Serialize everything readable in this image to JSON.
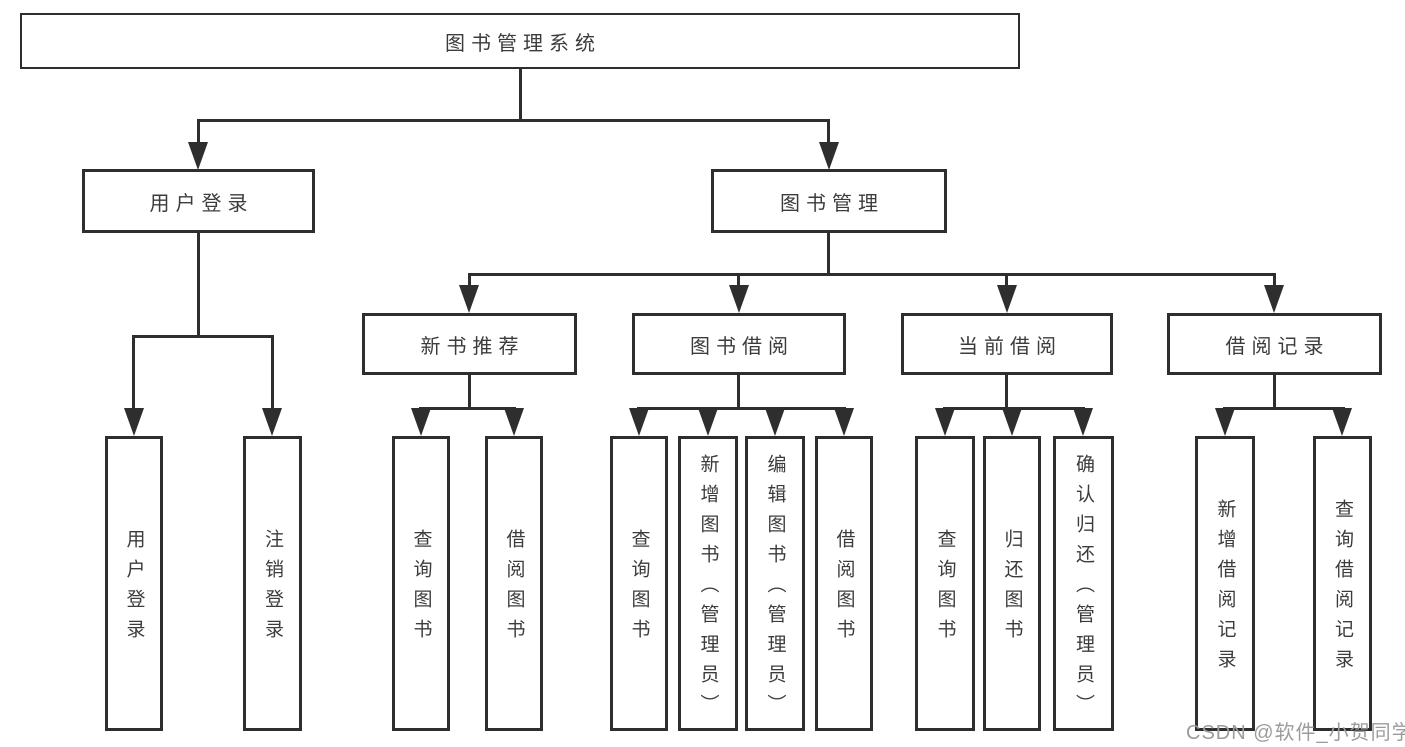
{
  "diagram": {
    "title": "图书管理系统",
    "type": "hierarchy-tree"
  },
  "nodes": {
    "root": {
      "label": "图书管理系统"
    },
    "user_login": {
      "label": "用户登录"
    },
    "book_management": {
      "label": "图书管理"
    },
    "new_book_recommend": {
      "label": "新书推荐"
    },
    "book_borrowing": {
      "label": "图书借阅"
    },
    "current_borrowing": {
      "label": "当前借阅"
    },
    "borrowing_records": {
      "label": "借阅记录"
    },
    "login": {
      "label": "用户登录"
    },
    "logout": {
      "label": "注销登录"
    },
    "recommend_query_books": {
      "label": "查询图书"
    },
    "recommend_borrow_books": {
      "label": "借阅图书"
    },
    "borrowing_query_books": {
      "label": "查询图书"
    },
    "borrowing_add_books_admin": {
      "label": "新增图书（管理员）"
    },
    "borrowing_edit_books_admin": {
      "label": "编辑图书（管理员）"
    },
    "borrowing_borrow_books": {
      "label": "借阅图书"
    },
    "current_query_books": {
      "label": "查询图书"
    },
    "current_return_books": {
      "label": "归还图书"
    },
    "current_confirm_return_admin": {
      "label": "确认归还（管理员）"
    },
    "records_add_borrow_record": {
      "label": "新增借阅记录"
    },
    "records_query_borrow_record": {
      "label": "查询借阅记录"
    }
  },
  "watermark": {
    "text": "CSDN @软件_小贺同学"
  },
  "colors": {
    "line": "#2e2e2e",
    "box_border": "#2e2e2e",
    "text": "#3c3c3c",
    "watermark": "#9c9c9c",
    "background": "#ffffff"
  }
}
